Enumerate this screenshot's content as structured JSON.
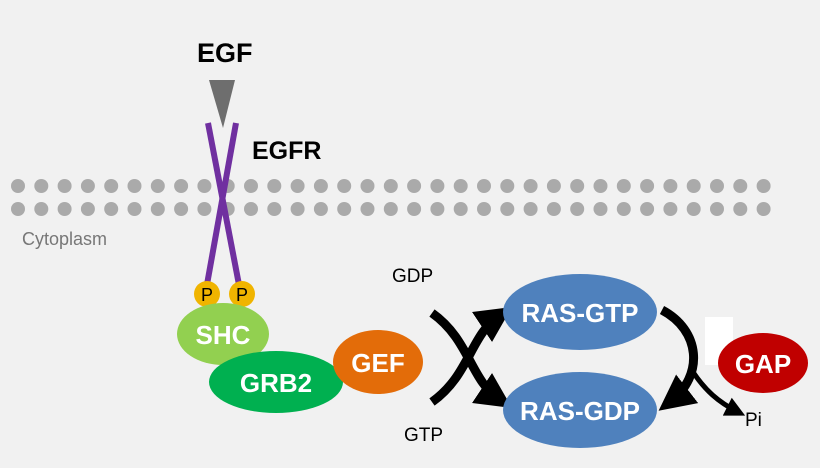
{
  "labels": {
    "egf": "EGF",
    "egfr": "EGFR",
    "cytoplasm": "Cytoplasm",
    "phospho_left": "P",
    "phospho_right": "P",
    "shc": "SHC",
    "grb2": "GRB2",
    "gef": "GEF",
    "ras_gtp": "RAS-GTP",
    "ras_gdp": "RAS-GDP",
    "gap": "GAP",
    "gdp": "GDP",
    "gtp": "GTP",
    "pi": "Pi"
  },
  "colors": {
    "background": "#f1f1f1",
    "membrane_bead": "#aaaaaa",
    "egf_ligand": "#6e6e6e",
    "receptor": "#7030a0",
    "phospho": "#f0b400",
    "shc": "#92d050",
    "grb2": "#00b050",
    "gef": "#e36c09",
    "ras": "#4f81bd",
    "gap": "#c00000",
    "arrow": "#000000"
  }
}
